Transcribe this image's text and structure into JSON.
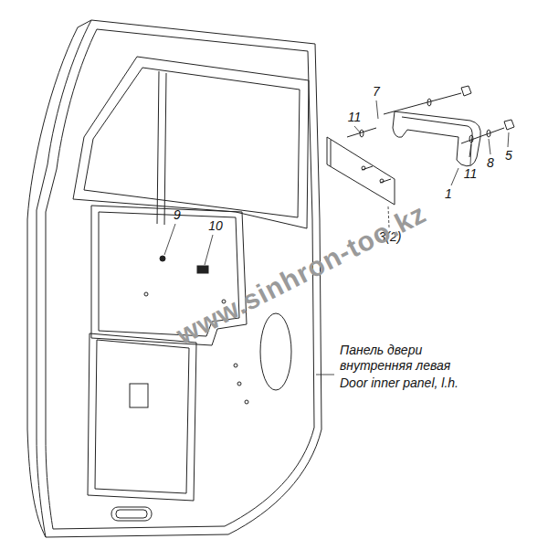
{
  "diagram": {
    "labels": [
      "11",
      "7",
      "11",
      "8",
      "5",
      "1",
      "3(2)",
      "9",
      "10",
      "Панель двери внутренняя левая",
      "Door inner panel, l.h.",
      "www.sinhron-too.kz"
    ]
  }
}
